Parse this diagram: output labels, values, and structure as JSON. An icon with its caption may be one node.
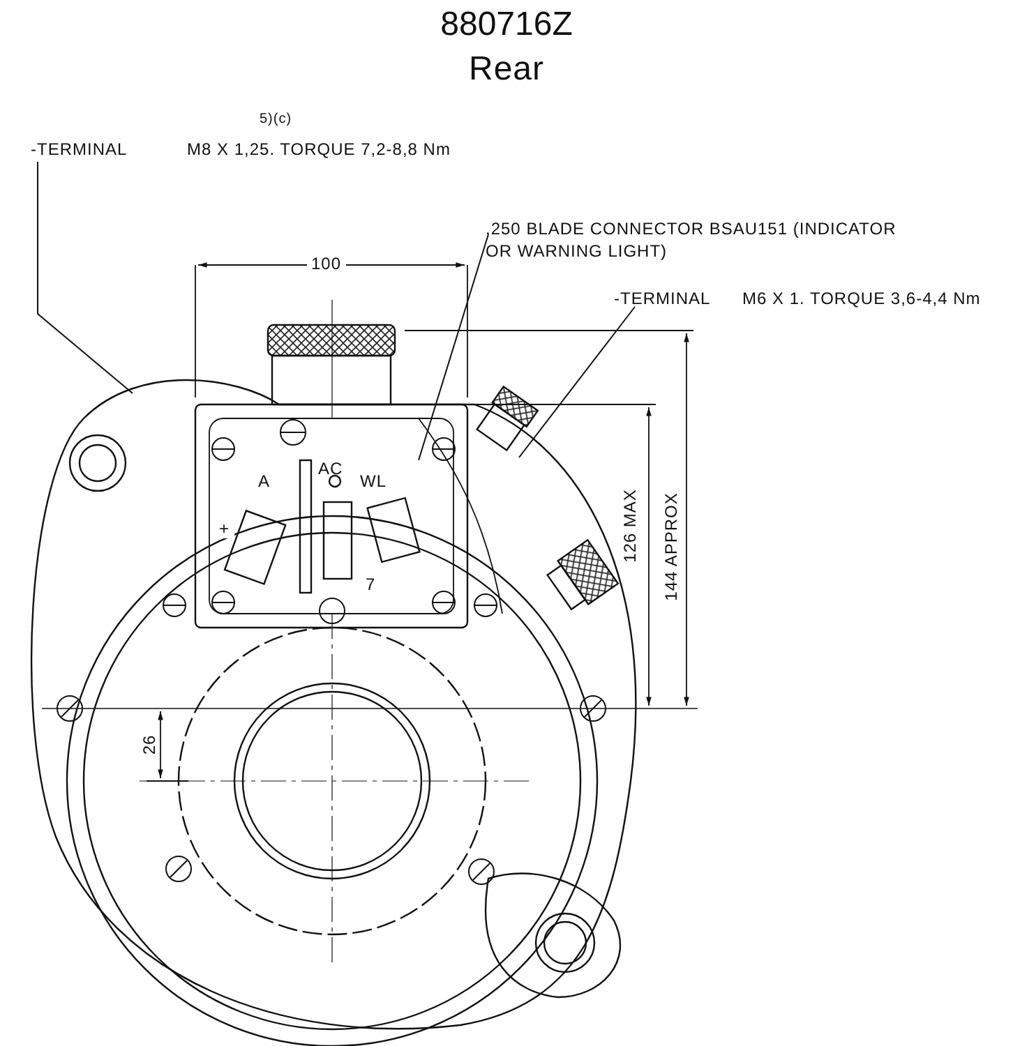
{
  "diagram": {
    "title": "880716Z",
    "nodes": [
      {
        "text": [
          "-TERMINAL",
          "M8 X 1,25. TORQUE 7,2-8,8 Nm"
        ]
      },
      {
        "text": [
          ".250 BLADE CONNECTOR BSAU151 (INDICATOR OR WARNING LIGHT)"
        ]
      },
      {
        "text": [
          "-TERMINAL",
          "M6 X 1. TORQUE 3,6-4,4 Nm"
        ]
      }
    ],
    "edges": [
      {
        "from": 0,
        "to": null,
        "arrow": "none"
      },
      {
        "from": 1,
        "to": null,
        "arrow": "none"
      },
      {
        "from": 2,
        "to": null,
        "arrow": "none"
      }
    ],
    "labels": [
      "Rear",
      "5)(c)",
      "100",
      "A",
      "AC",
      "WL",
      "+",
      "7",
      "126 MAX",
      "144 APPROX",
      "26"
    ]
  }
}
